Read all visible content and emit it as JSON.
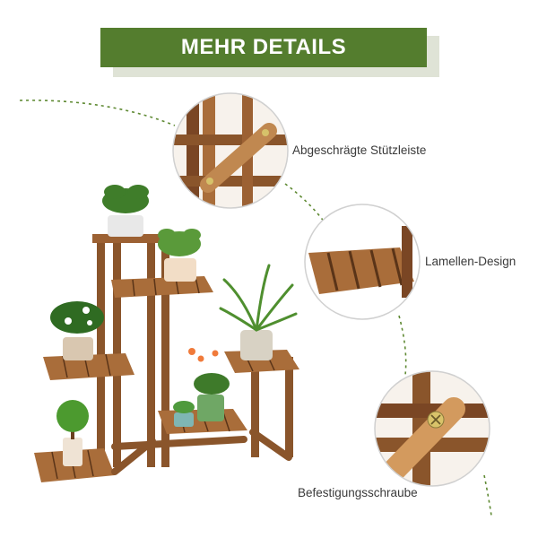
{
  "banner": {
    "title": "MEHR DETAILS"
  },
  "callouts": [
    {
      "label": "Abgeschrägte Stützleiste"
    },
    {
      "label": "Lamellen-Design"
    },
    {
      "label": "Befestigungsschraube"
    }
  ],
  "colors": {
    "banner_green": "#547d2e",
    "banner_shadow": "#dfe3d6",
    "wood_dark": "#6b3f1f",
    "wood_light": "#b77a45",
    "dashed_line": "#5f8a33"
  }
}
